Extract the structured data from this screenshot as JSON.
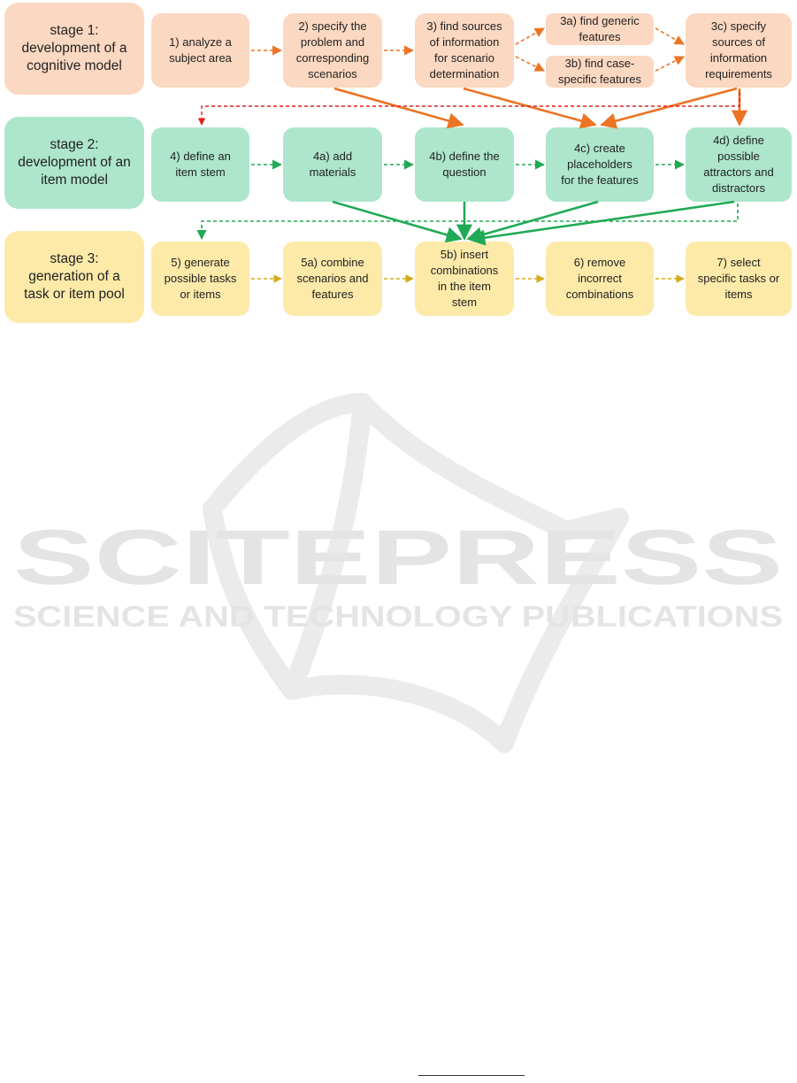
{
  "stages": {
    "s1": "stage 1:\ndevelopment of a\ncognitive model",
    "s2": "stage 2:\ndevelopment of an\nitem model",
    "s3": "stage 3:\ngeneration of a\ntask or item pool"
  },
  "steps": {
    "n1": "1) analyze a\nsubject area",
    "n2": "2) specify the\nproblem and\ncorresponding\nscenarios",
    "n3": "3) find sources\nof information\nfor scenario\ndetermination",
    "n3a": "3a) find generic\nfeatures",
    "n3b": "3b) find case-\nspecific features",
    "n3c": "3c) specify\nsources of\ninformation\nrequirements",
    "n4": "4) define an\nitem stem",
    "n4a": "4a) add\nmaterials",
    "n4b": "4b) define the\nquestion",
    "n4c": "4c) create\nplaceholders\nfor the features",
    "n4d": "4d) define\npossible\nattractors and\ndistractors",
    "n5": "5) generate\npossible tasks\nor items",
    "n5a": "5a) combine\nscenarios and\nfeatures",
    "n5b": "5b) insert\ncombinations\nin the item\nstem",
    "n6": "6) remove\nincorrect\ncombinations",
    "n7": "7) select\nspecific tasks or\nitems"
  },
  "watermark": {
    "title": "SCITEPRESS",
    "subtitle": "SCIENCE AND TECHNOLOGY PUBLICATIONS"
  },
  "colors": {
    "stage1_fill": "#fbd8c1",
    "stage2_fill": "#ade6cc",
    "stage3_fill": "#fdeaa9",
    "orange_arrow": "#ec7424",
    "red_arrow": "#e02020",
    "green_arrow": "#20aa55",
    "yellow_arrow": "#d4aa1a"
  }
}
